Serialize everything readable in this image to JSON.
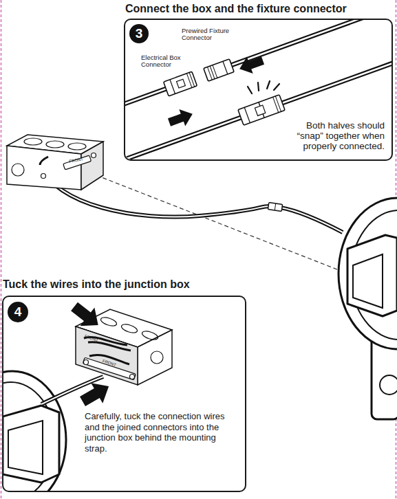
{
  "diagram": {
    "nodes": [
      {
        "text": [
          "Connect the box and the fixture connector",
          "Both halves should “snap” together when properly connected."
        ]
      },
      {
        "text": [
          "3"
        ],
        "in": 0
      },
      {
        "text": [
          "Tuck the wires into the junction box",
          "Carefully, tuck the connection wires and the joined connectors into the junction box behind the mounting strap."
        ]
      },
      {
        "text": [
          "4"
        ],
        "in": 2
      }
    ],
    "labels": [
      "Prewired Fixture Connector",
      "Electrical Box Connector",
      "FRONT",
      "FRONT",
      "FRONT"
    ]
  }
}
